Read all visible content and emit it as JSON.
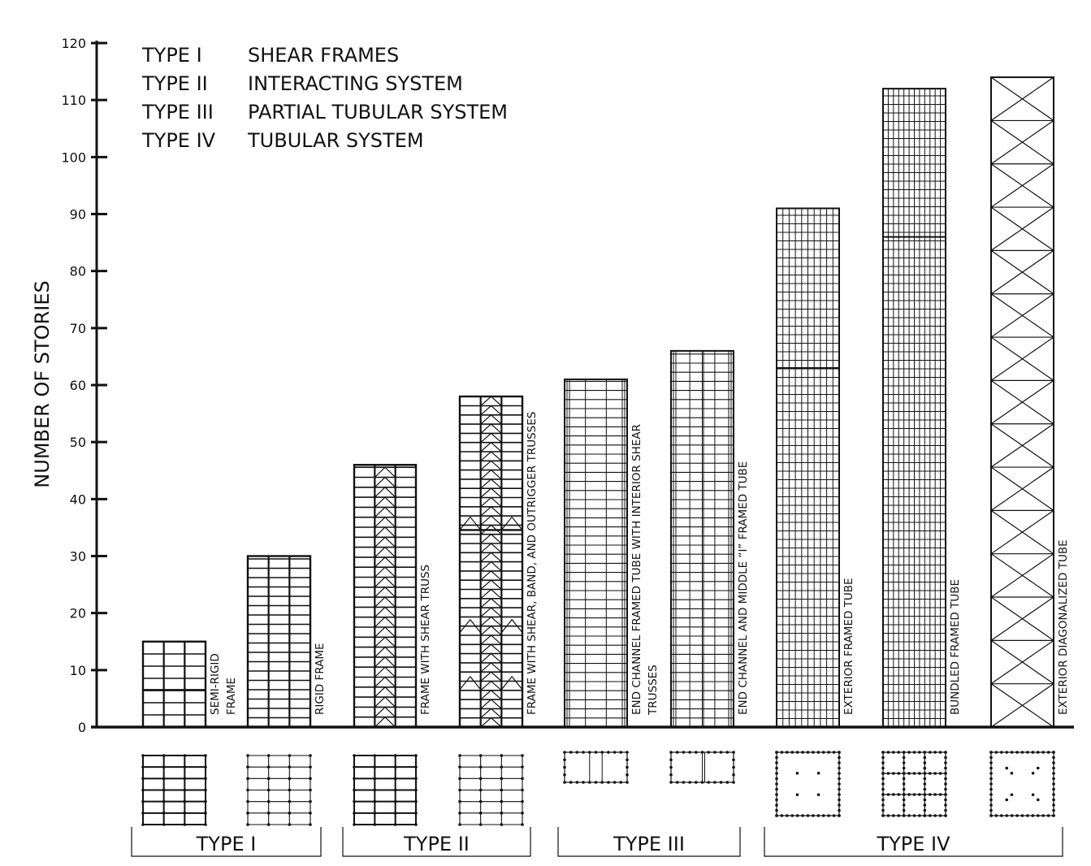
{
  "chart_data": {
    "type": "bar",
    "ylabel": "NUMBER OF STORIES",
    "ylim": [
      0,
      120
    ],
    "yticks": [
      0,
      10,
      20,
      30,
      40,
      50,
      60,
      70,
      80,
      90,
      100,
      110,
      120
    ],
    "grid": false,
    "legend": {
      "placement": "top-left",
      "entries": [
        {
          "type": "TYPE I",
          "desc": "SHEAR FRAMES"
        },
        {
          "type": "TYPE II",
          "desc": "INTERACTING SYSTEM"
        },
        {
          "type": "TYPE III",
          "desc": "PARTIAL TUBULAR SYSTEM"
        },
        {
          "type": "TYPE IV",
          "desc": "TUBULAR SYSTEM"
        }
      ]
    },
    "categories": [
      {
        "label": [
          "SEMI-RIGID",
          "FRAME"
        ],
        "group": "TYPE I",
        "value": 15
      },
      {
        "label": [
          "RIGID FRAME"
        ],
        "group": "TYPE I",
        "value": 30
      },
      {
        "label": [
          "FRAME WITH SHEAR TRUSS"
        ],
        "group": "TYPE II",
        "value": 46
      },
      {
        "label": [
          "FRAME WITH SHEAR, BAND, AND OUTRIGGER TRUSSES"
        ],
        "group": "TYPE II",
        "value": 58
      },
      {
        "label": [
          "END CHANNEL FRAMED TUBE WITH INTERIOR SHEAR",
          "TRUSSES"
        ],
        "group": "TYPE III",
        "value": 61
      },
      {
        "label": [
          "END CHANNEL AND MIDDLE “I” FRAMED TUBE"
        ],
        "group": "TYPE III",
        "value": 66
      },
      {
        "label": [
          "EXTERIOR FRAMED TUBE"
        ],
        "group": "TYPE IV",
        "value": 91
      },
      {
        "label": [
          "BUNDLED FRAMED TUBE"
        ],
        "group": "TYPE IV",
        "value": 112
      },
      {
        "label": [
          "EXTERIOR DIAGONALIZED TUBE"
        ],
        "group": "TYPE IV",
        "value": 114
      }
    ],
    "groups": [
      "TYPE I",
      "TYPE II",
      "TYPE III",
      "TYPE IV"
    ]
  }
}
